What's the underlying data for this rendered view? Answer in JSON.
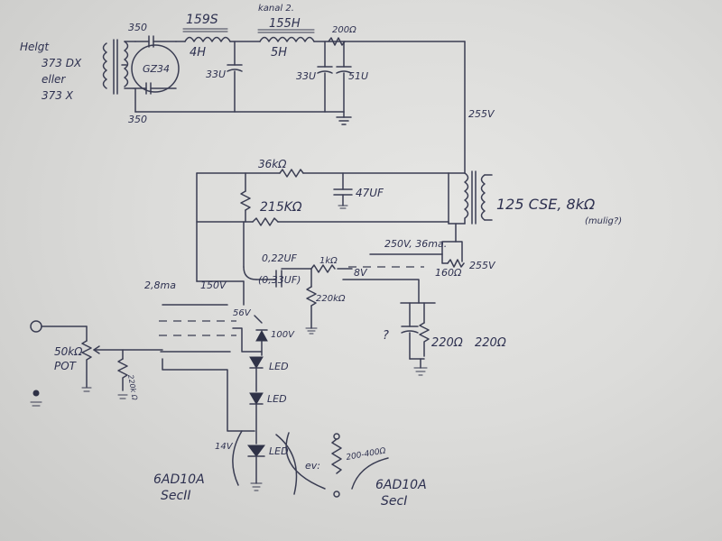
{
  "labels": {
    "helgt": "Helgt",
    "x373dx": "373 DX",
    "eller": "eller",
    "x373x": "373 X",
    "t350_top": "350",
    "t350_bot": "350",
    "tube_gz34": "GZ34",
    "l_159s": "159S",
    "l_4h": "4H",
    "c_33u_a": "33U",
    "l_kanal2": "kanal 2.",
    "l_155h": "155H",
    "l_5h": "5H",
    "r_200": "200Ω",
    "c_33u_b": "33U",
    "c_51u": "51U",
    "v_255_top": "255V",
    "r_36k": "36kΩ",
    "c_47uf": "47UF",
    "r_215k": "215KΩ",
    "ot_label": "125 CSE, 8kΩ",
    "ot_mulig": "(mulig?)",
    "c_022": "0,22UF",
    "c_033": "(0,33UF)",
    "r_1k": "1kΩ",
    "v_250": "250V, 36ma.",
    "v_8v": "8V",
    "r_160": "160Ω",
    "v_255_b": "255V",
    "i_28ma": "2,8ma",
    "v_150": "150V",
    "r_220k": "220kΩ",
    "v_56": "56V",
    "v_100": "100V",
    "pot_50k": "50kΩ",
    "pot_txt": "POT",
    "r_220k_b": "220k Ω",
    "led1": "LED",
    "led2": "LED",
    "led3": "LED",
    "v_14": "14V",
    "q_mark": "?",
    "r_220_scribble": "220Ω",
    "r_220_b": "220Ω",
    "el_ev": "ev:",
    "r_200_400": "200-400Ω",
    "tube_sec2_a": "6AD10A",
    "tube_sec2_b": "SecII",
    "tube_sec1_a": "6AD10A",
    "tube_sec1_b": "SecI"
  },
  "colors": {
    "ink": "#2e3150",
    "paper": "#e0e0de"
  }
}
